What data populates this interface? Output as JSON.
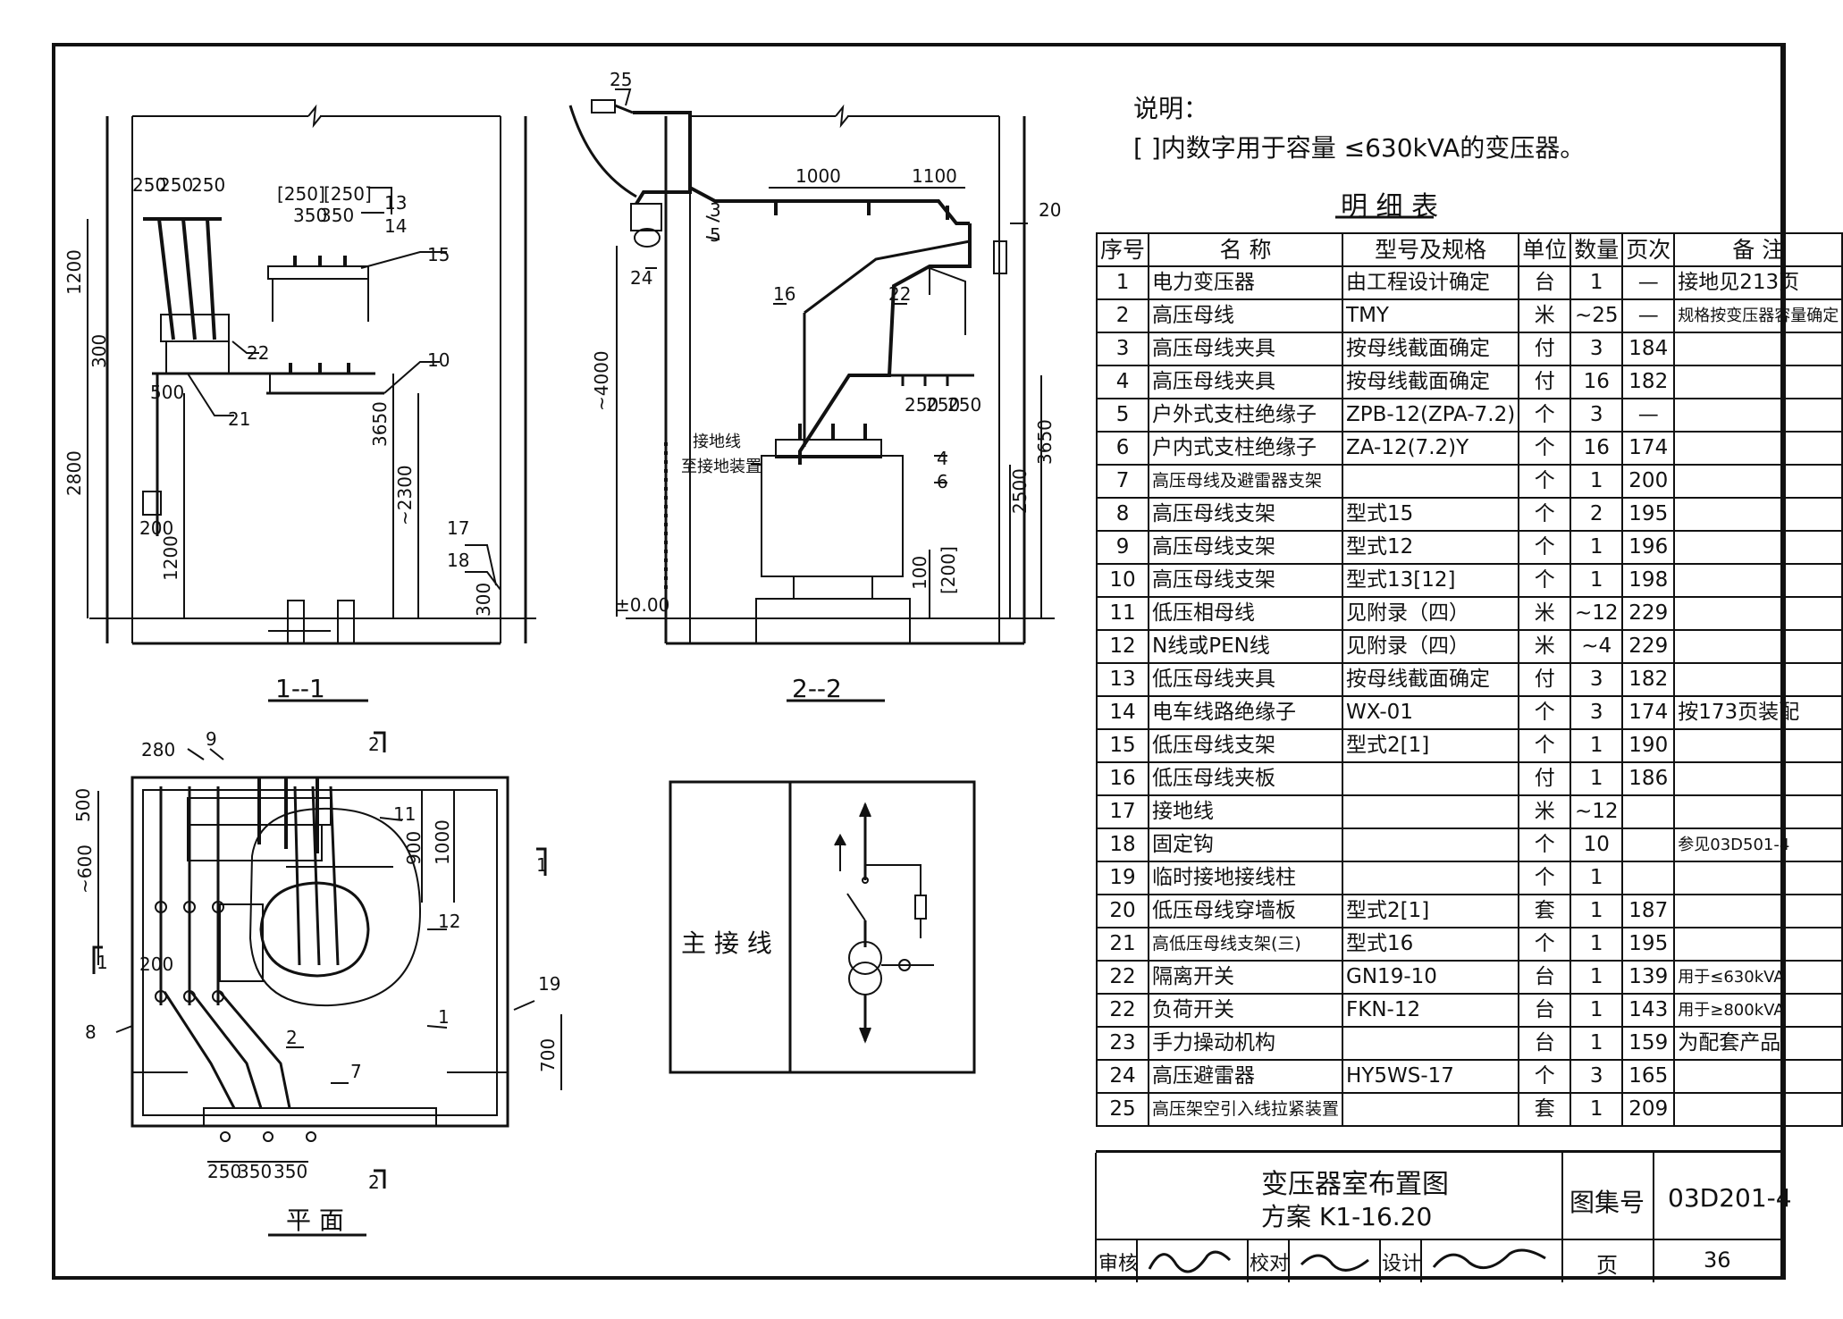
{
  "notes": {
    "heading": "说明：",
    "line1": "[ ]内数字用于容量 ≤630kVA的变压器。"
  },
  "bom": {
    "title": "明 细 表",
    "headers": [
      "序号",
      "名 称",
      "型号及规格",
      "单位",
      "数量",
      "页次",
      "备 注"
    ],
    "rows": [
      [
        "1",
        "电力变压器",
        "由工程设计确定",
        "台",
        "1",
        "—",
        "接地见213页"
      ],
      [
        "2",
        "高压母线",
        "TMY",
        "米",
        "~25",
        "—",
        "规格按变压器容量确定"
      ],
      [
        "3",
        "高压母线夹具",
        "按母线截面确定",
        "付",
        "3",
        "184",
        ""
      ],
      [
        "4",
        "高压母线夹具",
        "按母线截面确定",
        "付",
        "16",
        "182",
        ""
      ],
      [
        "5",
        "户外式支柱绝缘子",
        "ZPB-12(ZPA-7.2)",
        "个",
        "3",
        "—",
        ""
      ],
      [
        "6",
        "户内式支柱绝缘子",
        "ZA-12(7.2)Y",
        "个",
        "16",
        "174",
        ""
      ],
      [
        "7",
        "高压母线及避雷器支架",
        "",
        "个",
        "1",
        "200",
        ""
      ],
      [
        "8",
        "高压母线支架",
        "型式15",
        "个",
        "2",
        "195",
        ""
      ],
      [
        "9",
        "高压母线支架",
        "型式12",
        "个",
        "1",
        "196",
        ""
      ],
      [
        "10",
        "高压母线支架",
        "型式13[12]",
        "个",
        "1",
        "198",
        ""
      ],
      [
        "11",
        "低压相母线",
        "见附录（四）",
        "米",
        "~12",
        "229",
        ""
      ],
      [
        "12",
        "N线或PEN线",
        "见附录（四）",
        "米",
        "~4",
        "229",
        ""
      ],
      [
        "13",
        "低压母线夹具",
        "按母线截面确定",
        "付",
        "3",
        "182",
        ""
      ],
      [
        "14",
        "电车线路绝缘子",
        "WX-01",
        "个",
        "3",
        "174",
        "按173页装配"
      ],
      [
        "15",
        "低压母线支架",
        "型式2[1]",
        "个",
        "1",
        "190",
        ""
      ],
      [
        "16",
        "低压母线夹板",
        "",
        "付",
        "1",
        "186",
        ""
      ],
      [
        "17",
        "接地线",
        "",
        "米",
        "~12",
        "",
        ""
      ],
      [
        "18",
        "固定钩",
        "",
        "个",
        "10",
        "",
        "参见03D501-4"
      ],
      [
        "19",
        "临时接地接线柱",
        "",
        "个",
        "1",
        "",
        ""
      ],
      [
        "20",
        "低压母线穿墙板",
        "型式2[1]",
        "套",
        "1",
        "187",
        ""
      ],
      [
        "21",
        "高低压母线支架(三)",
        "型式16",
        "个",
        "1",
        "195",
        ""
      ],
      [
        "22",
        "隔离开关",
        "GN19-10",
        "台",
        "1",
        "139",
        "用于≤630kVA"
      ],
      [
        "22",
        "负荷开关",
        "FKN-12",
        "台",
        "1",
        "143",
        "用于≥800kVA"
      ],
      [
        "23",
        "手力操动机构",
        "",
        "台",
        "1",
        "159",
        "为配套产品"
      ],
      [
        "24",
        "高压避雷器",
        "HY5WS-17",
        "个",
        "3",
        "165",
        ""
      ],
      [
        "25",
        "高压架空引入线拉紧装置",
        "",
        "套",
        "1",
        "209",
        ""
      ]
    ]
  },
  "titleblock": {
    "drawing_title": "变压器室布置图",
    "scheme": "方案 K1-16.20",
    "atlas_label": "图集号",
    "atlas_no": "03D201-4",
    "review_label": "审核",
    "check_label": "校对",
    "design_label": "设计",
    "page_label": "页",
    "page_no": "36"
  },
  "section11": {
    "label": "1--1",
    "dims": [
      "250",
      "250",
      "250",
      "[250]",
      "[250]",
      "350",
      "350",
      "1200",
      "300",
      "500",
      "2800",
      "200",
      "1200",
      "3650",
      "~2300",
      "300"
    ],
    "callouts": [
      "13",
      "14",
      "15",
      "10",
      "22",
      "21",
      "17",
      "18"
    ]
  },
  "section22": {
    "label": "2--2",
    "dims": [
      "1000",
      "1100",
      "~4000",
      "250",
      "250",
      "250",
      "3650",
      "2500",
      "100",
      "[200]",
      "±0.00"
    ],
    "callouts": [
      "25",
      "3",
      "5",
      "24",
      "16",
      "22",
      "20",
      "4",
      "6"
    ],
    "ground_label_1": "接地线",
    "ground_label_2": "至接地装置"
  },
  "plan": {
    "label": "平 面",
    "dims": [
      "280",
      "500",
      "~600",
      "200",
      "900",
      "1000",
      "700",
      "250",
      "350",
      "350"
    ],
    "callouts": [
      "9",
      "11",
      "12",
      "1",
      "2",
      "7",
      "8",
      "19"
    ],
    "section_marks": [
      "2",
      "2",
      "1",
      "1"
    ]
  },
  "wiring": {
    "label": "主 接 线"
  }
}
